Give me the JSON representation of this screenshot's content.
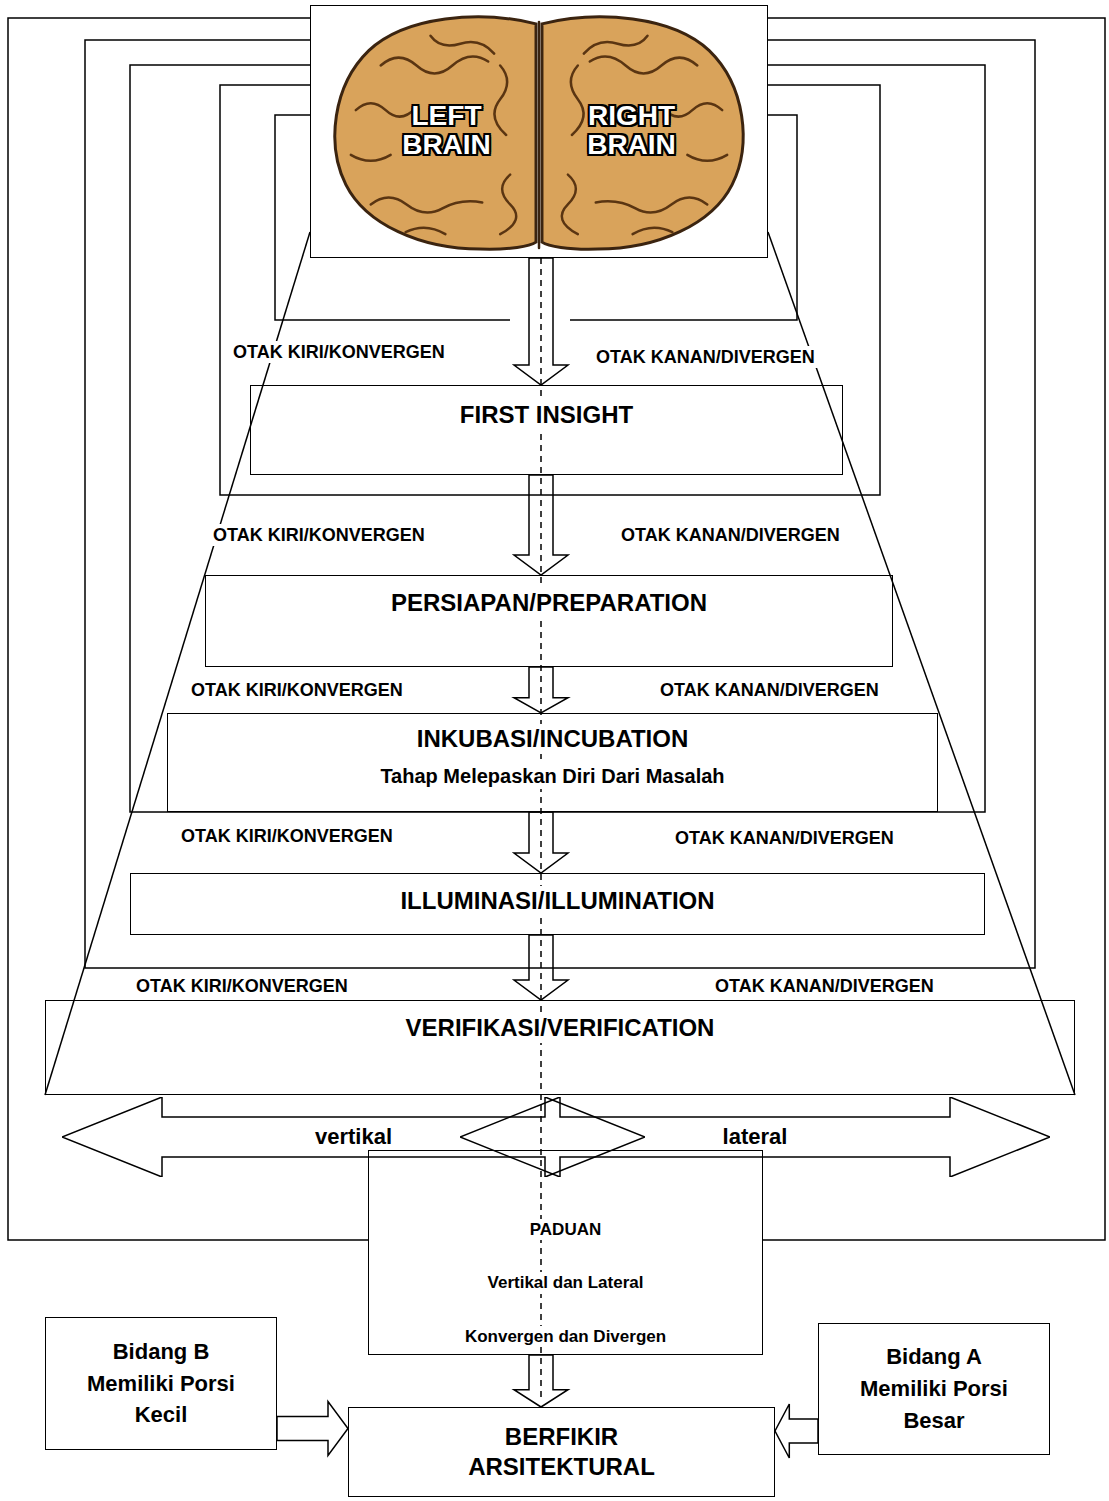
{
  "diagram": {
    "nodes": [
      {
        "text": [
          "LEFT BRAIN",
          "RIGHT BRAIN"
        ]
      },
      {
        "text": [
          "FIRST INSIGHT"
        ]
      },
      {
        "text": [
          "PERSIAPAN/PREPARATION"
        ]
      },
      {
        "text": [
          "INKUBASI/INCUBATION",
          "Tahap Melepaskan Diri Dari Masalah"
        ]
      },
      {
        "text": [
          "ILLUMINASI/ILLUMINATION"
        ]
      },
      {
        "text": [
          "VERIFIKASI/VERIFICATION"
        ]
      },
      {
        "text": [
          "vertikal"
        ]
      },
      {
        "text": [
          "lateral"
        ]
      },
      {
        "text": [
          "PADUAN",
          "Vertikal dan Lateral",
          "Konvergen dan Divergen"
        ]
      },
      {
        "text": [
          "Bidang B Memiliki Porsi Kecil"
        ]
      },
      {
        "text": [
          "BERFIKIR ARSITEKTURAL"
        ]
      },
      {
        "text": [
          "Bidang A Memiliki Porsi Besar"
        ]
      }
    ],
    "edges": [
      {
        "from": 0,
        "to": 1,
        "arrow": "to"
      },
      {
        "from": 1,
        "to": 2,
        "arrow": "to"
      },
      {
        "from": 2,
        "to": 3,
        "arrow": "to"
      },
      {
        "from": 3,
        "to": 4,
        "arrow": "to"
      },
      {
        "from": 4,
        "to": 5,
        "arrow": "to"
      },
      {
        "from": 8,
        "to": 10,
        "arrow": "to"
      },
      {
        "from": 9,
        "to": 10,
        "arrow": "to"
      },
      {
        "from": 11,
        "to": 10,
        "arrow": "to"
      }
    ],
    "labels": [
      "OTAK KIRI/KONVERGEN",
      "OTAK KANAN/DIVERGEN",
      "OTAK KIRI/KONVERGEN",
      "OTAK KANAN/DIVERGEN",
      "OTAK KIRI/KONVERGEN",
      "OTAK KANAN/DIVERGEN",
      "OTAK KIRI/KONVERGEN",
      "OTAK KANAN/DIVERGEN",
      "OTAK KIRI/KONVERGEN",
      "OTAK KANAN/DIVERGEN"
    ]
  }
}
